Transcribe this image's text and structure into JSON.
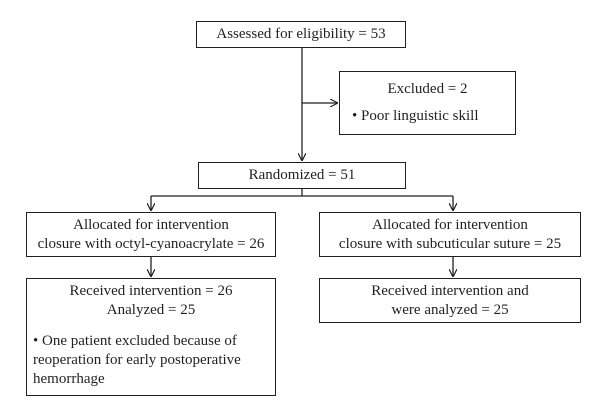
{
  "flowchart": {
    "assessed": "Assessed for eligibility = 53",
    "excluded": {
      "title": "Excluded = 2",
      "reason": "• Poor linguistic skill"
    },
    "randomized": "Randomized = 51",
    "left": {
      "allocated_line1": "Allocated for intervention",
      "allocated_line2": "closure with octyl-cyanoacrylate = 26",
      "received_line1": "Received intervention = 26",
      "received_line2": "Analyzed = 25",
      "note_line1": "• One patient excluded because of",
      "note_line2": "reoperation for early postoperative",
      "note_line3": "hemorrhage"
    },
    "right": {
      "allocated_line1": "Allocated for intervention",
      "allocated_line2": "closure with subcuticular suture = 25",
      "received_line1": "Received intervention and",
      "received_line2": "were analyzed = 25"
    }
  }
}
